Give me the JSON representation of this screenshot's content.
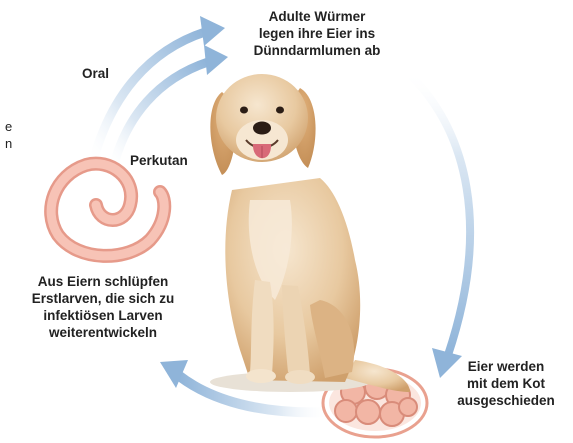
{
  "colors": {
    "arrow": "#8fb4d9",
    "arrow_light": "#dfe9f4",
    "larva": "#e69a8a",
    "larva_fill": "#f2b7a8",
    "egg": "#e9a18f",
    "egg_fill": "#f4c2b4",
    "dog_fur": "#e8c9a0",
    "dog_shadow": "#d2a977",
    "dog_nose": "#2b1d16",
    "tongue": "#d86a78"
  },
  "labels": {
    "adult": [
      "Adulte Würmer",
      "legen ihre Eier ins",
      "Dünndarmlumen ab"
    ],
    "oral": "Oral",
    "perkutan": "Perkutan",
    "larvae": [
      "Aus Eiern schlüpfen",
      "Erstlarven, die sich zu",
      "infektiösen Larven",
      "weiterentwickeln"
    ],
    "eggs": [
      "Eier werden",
      "mit dem Kot",
      "ausgeschieden"
    ],
    "left_partial": [
      "e",
      "n"
    ]
  },
  "icons": {
    "arrows": "curved-arrow-icon",
    "larva": "larva-spiral-icon",
    "eggs": "egg-cluster-icon",
    "dog": "golden-retriever-image"
  }
}
